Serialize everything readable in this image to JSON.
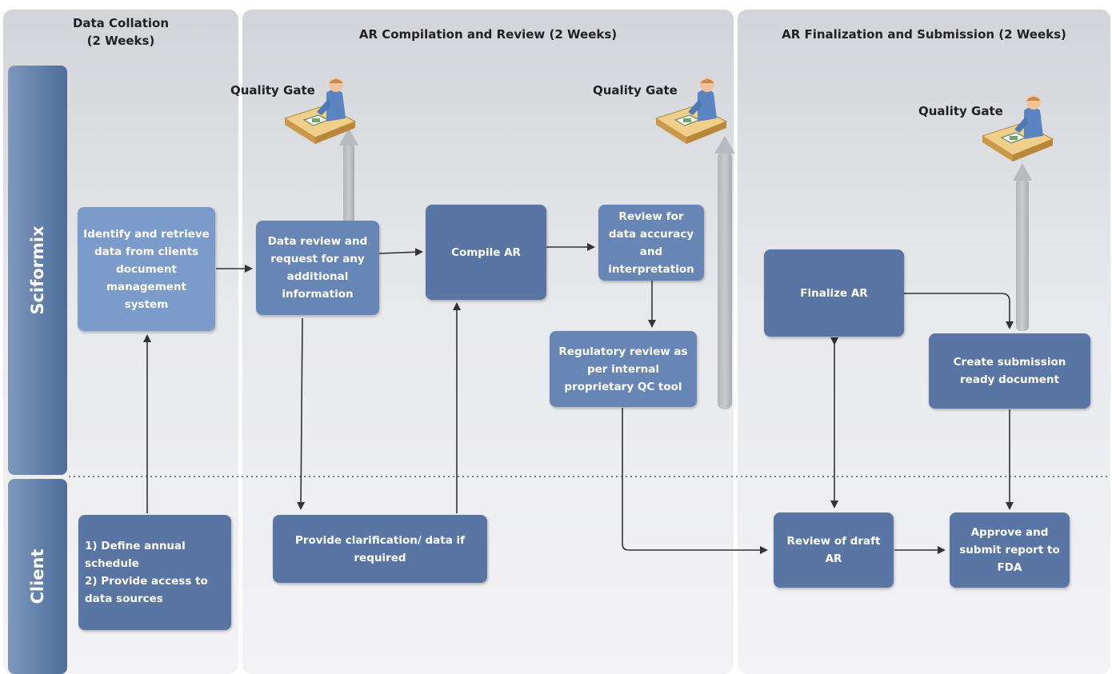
{
  "phases": [
    {
      "title": "Data Collation\n(2 Weeks)"
    },
    {
      "title": "AR Compilation and Review (2 Weeks)"
    },
    {
      "title": "AR Finalization and Submission (2 Weeks)"
    }
  ],
  "lanes": {
    "top": "Sciformix",
    "bottom": "Client"
  },
  "quality_gate_label": "Quality Gate",
  "boxes": {
    "identify": "Identify and retrieve\ndata from clients\ndocument\nmanagement\nsystem",
    "data_review": "Data review and\nrequest for any\nadditional\ninformation",
    "compile": "Compile AR",
    "review_accuracy": "Review  for\ndata accuracy\nand\ninterpretation",
    "regulatory": "Regulatory review  as\nper internal\nproprietary QC tool",
    "finalize": "Finalize AR",
    "create_submission": "Create submission\nready document",
    "define_schedule": "1) Define annual\nschedule\n2) Provide access to\ndata sources",
    "provide_clarification": "Provide  clarification/ data if\nrequired",
    "review_draft": "Review of draft\nAR",
    "approve_submit": "Approve and\nsubmit report to\nFDA"
  }
}
